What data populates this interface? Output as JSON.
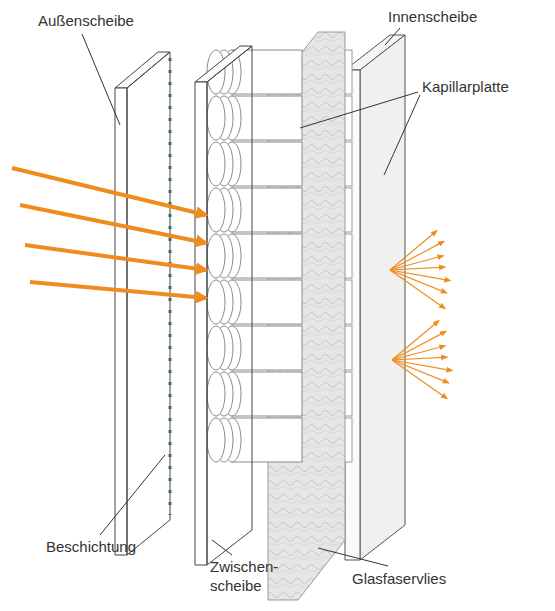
{
  "diagram": {
    "labels": [
      "Außenscheibe",
      "Innenscheibe",
      "Kapillarplatte",
      "Beschichtung",
      "Zwischen- scheibe",
      "Glasfaservlies"
    ]
  }
}
